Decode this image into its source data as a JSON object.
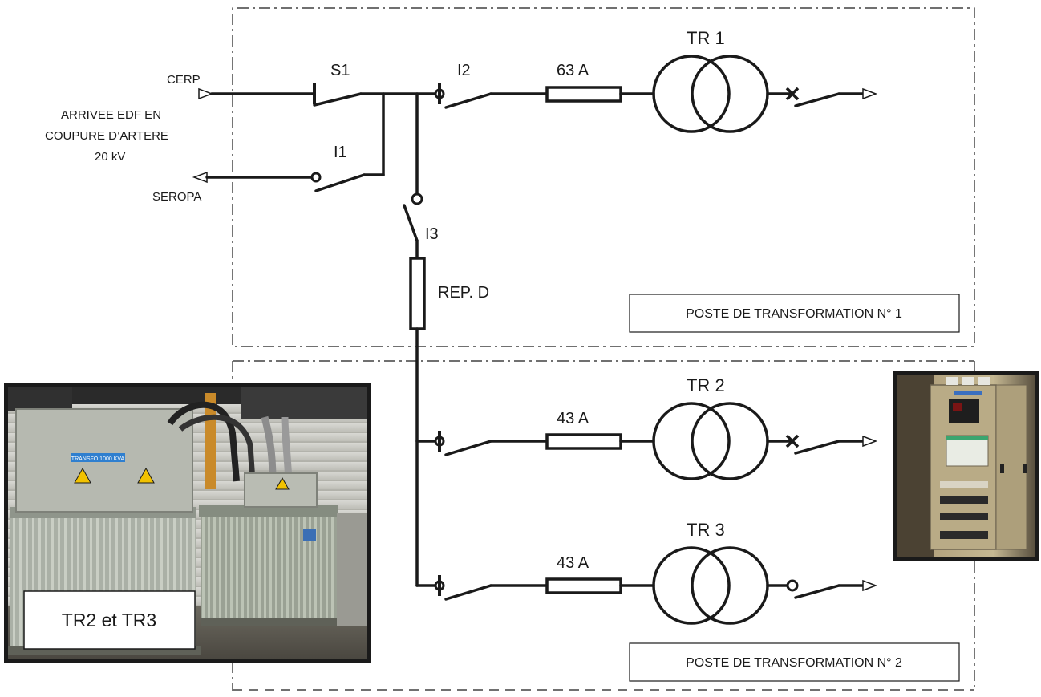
{
  "labels": {
    "cerp": "CERP",
    "arrivee_line1": "ARRIVEE EDF EN",
    "arrivee_line2": "COUPURE D’ARTERE",
    "arrivee_line3": "20 kV",
    "seropa": "SEROPA",
    "s1": "S1",
    "i1": "I1",
    "i2": "I2",
    "i3": "I3",
    "rep_d": "REP. D",
    "fuse_tr1": "63 A",
    "fuse_tr2": "43 A",
    "fuse_tr3": "43 A",
    "tr1": "TR 1",
    "tr2": "TR 2",
    "tr3": "TR 3",
    "poste1": "POSTE DE TRANSFORMATION N° 1",
    "poste2": "POSTE DE TRANSFORMATION N° 2",
    "photo_caption": "TR2 et TR3"
  },
  "photo_text": {
    "transfo_plate": "TRANSFO 1000 KVA"
  },
  "colors": {
    "line": "#1a1a1a",
    "photo_frame": "#1a1a1a",
    "transformer_body": "#a9aea4",
    "cabinet_body": "#b7a987"
  }
}
